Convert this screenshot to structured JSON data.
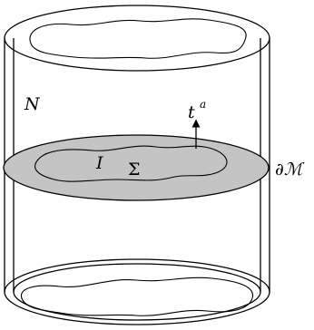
{
  "labels": {
    "outer_region": "N",
    "interior": "I",
    "slice": "Σ",
    "time_vector": "t",
    "time_vector_index": "a",
    "boundary": "∂ℳ"
  },
  "colors": {
    "slice_fill": "#c4c4c4",
    "line": "#000000",
    "background": "#ffffff"
  }
}
